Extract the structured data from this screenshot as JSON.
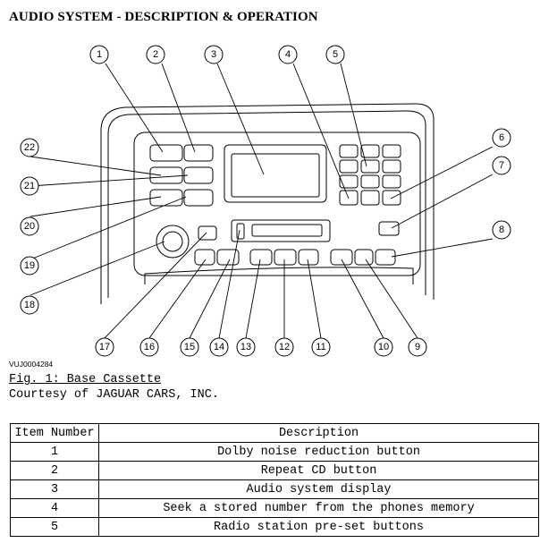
{
  "document": {
    "title": "AUDIO SYSTEM - DESCRIPTION & OPERATION",
    "image_id": "VUJ0004284",
    "figure_caption": "Fig. 1: Base Cassette",
    "courtesy": "Courtesy of JAGUAR CARS, INC."
  },
  "diagram": {
    "callouts": [
      "1",
      "2",
      "3",
      "4",
      "5",
      "6",
      "7",
      "8",
      "9",
      "10",
      "11",
      "12",
      "13",
      "14",
      "15",
      "16",
      "17",
      "18",
      "19",
      "20",
      "21",
      "22"
    ]
  },
  "table": {
    "headers": [
      "Item Number",
      "Description"
    ],
    "rows": [
      {
        "item": "1",
        "description": "Dolby noise reduction button"
      },
      {
        "item": "2",
        "description": "Repeat CD button"
      },
      {
        "item": "3",
        "description": "Audio system display"
      },
      {
        "item": "4",
        "description": "Seek a stored number from the phones memory"
      },
      {
        "item": "5",
        "description": "Radio station pre-set buttons"
      }
    ]
  }
}
